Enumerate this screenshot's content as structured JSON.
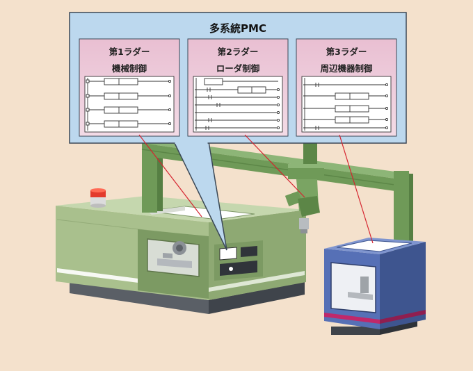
{
  "colors": {
    "background": "#f4e1cc",
    "panel_fill": "#bcd8ee",
    "ladder_box_fill": "#ecc7d9",
    "machine_green": "#a9c08d",
    "frame_green": "#6f9a58",
    "machine_blue": "#5670b6",
    "link_red": "#d5242f"
  },
  "panel": {
    "title": "多系統PMC"
  },
  "ladders": [
    {
      "name": "第1ラダー",
      "subtitle": "機械制御"
    },
    {
      "name": "第2ラダー",
      "subtitle": "ローダ制御"
    },
    {
      "name": "第3ラダー",
      "subtitle": "周辺機器制御"
    }
  ],
  "icons": {
    "ladder_diagram": "ladder-diagram-icon",
    "machine_tool": "machine-tool-illustration",
    "loader": "gantry-loader-illustration",
    "peripheral": "peripheral-unit-illustration",
    "warning_lamp": "warning-lamp-icon"
  }
}
